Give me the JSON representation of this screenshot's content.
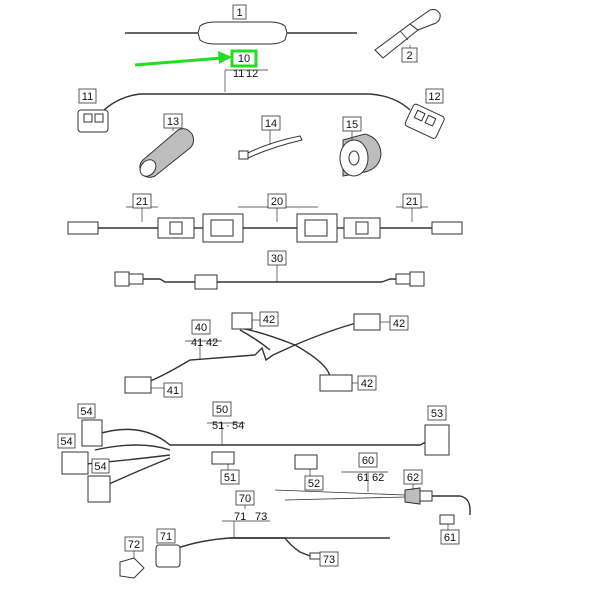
{
  "highlight": {
    "color": "#22dd22",
    "label": "10"
  },
  "labels": {
    "l1": "1",
    "l2": "2",
    "l11a": "11",
    "l12a": "12",
    "l11b": "11",
    "l12b": "12",
    "l13": "13",
    "l14": "14",
    "l15": "15",
    "l21a": "21",
    "l20": "20",
    "l21b": "21",
    "l30": "30",
    "l40": "40",
    "l41a": "41",
    "l42a": "42",
    "l42b": "42",
    "l42c": "42",
    "l42d": "42",
    "l41b": "41",
    "l50": "50",
    "l51a": "51",
    "l54a": "54",
    "l54b": "54",
    "l54c": "54",
    "l54d": "54",
    "l53": "53",
    "l51b": "51",
    "l52": "52",
    "l60": "60",
    "l61a": "61",
    "l62a": "62",
    "l62b": "62",
    "l61b": "61",
    "l70": "70",
    "l71a": "71",
    "l73a": "73",
    "l72": "72",
    "l71b": "71",
    "l73b": "73"
  },
  "separators": {
    "dot": "·"
  }
}
